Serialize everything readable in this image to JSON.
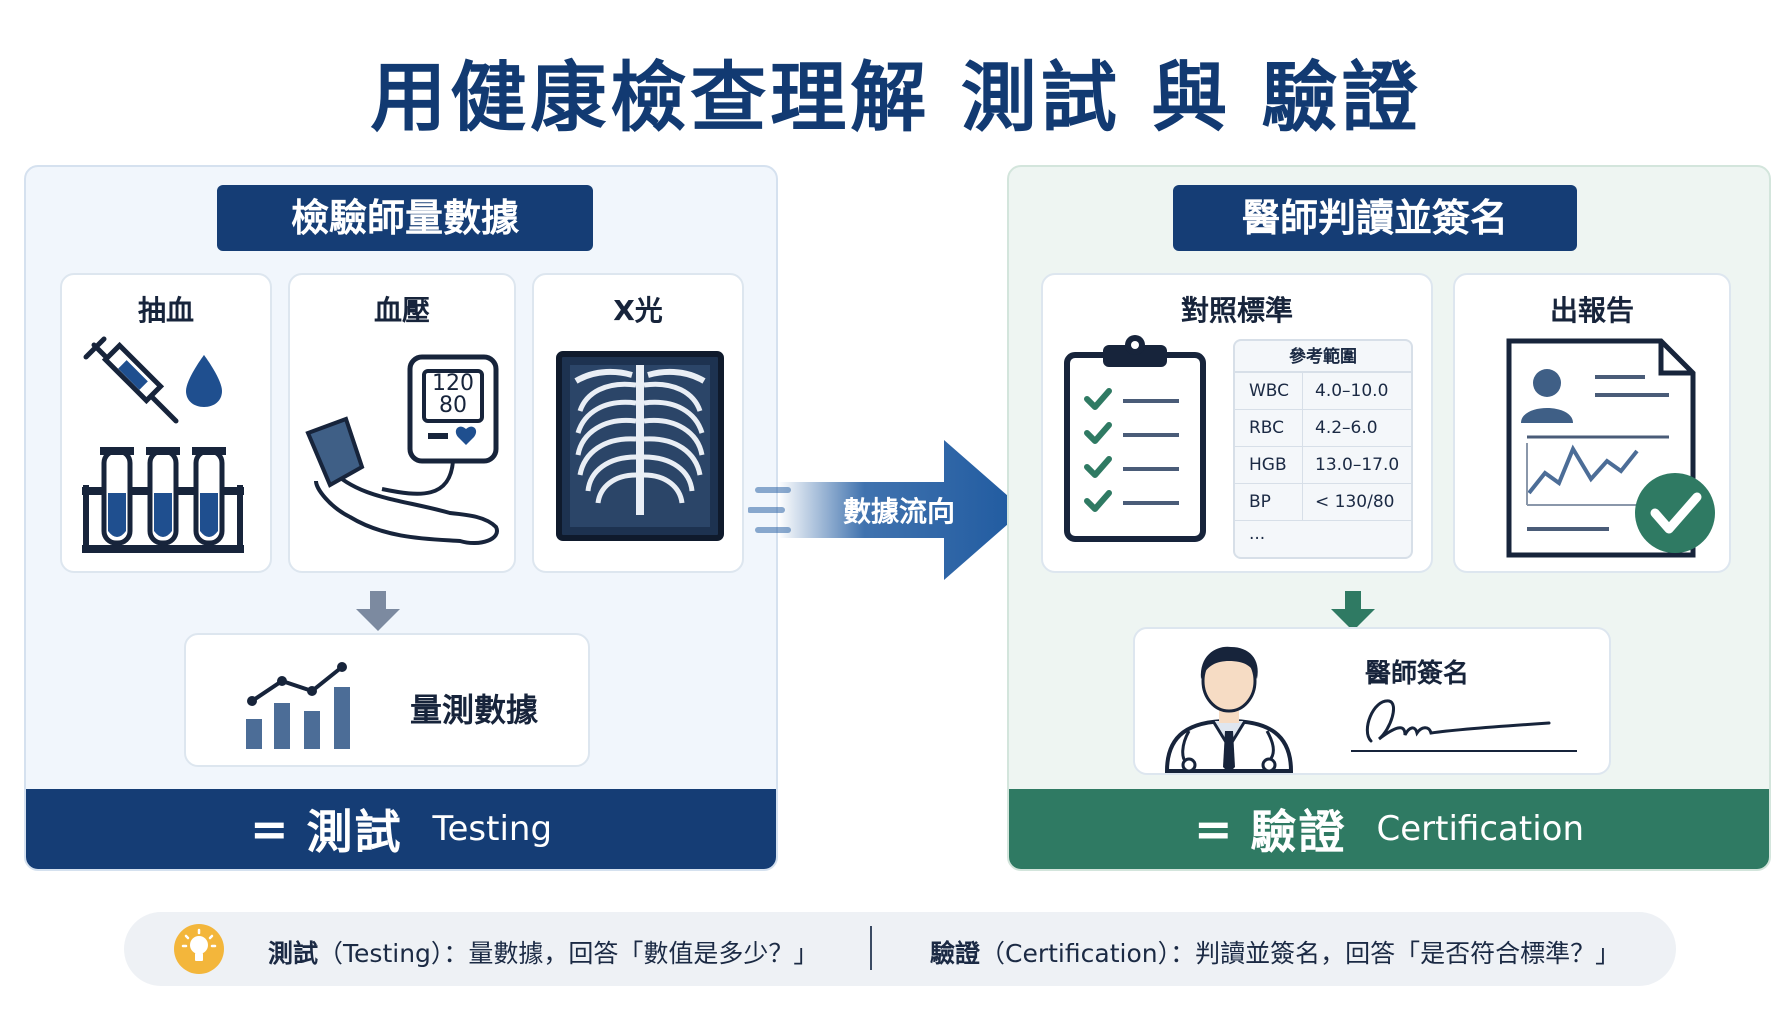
{
  "title": "用健康檢查理解 測試 與 驗證",
  "left_panel": {
    "header": "檢驗師量數據",
    "cards": [
      {
        "title": "抽血",
        "icon": "blood-draw-icon"
      },
      {
        "title": "血壓",
        "icon": "blood-pressure-monitor-icon",
        "reading_sys": "120",
        "reading_dia": "80"
      },
      {
        "title": "X光",
        "icon": "chest-xray-icon"
      }
    ],
    "result": {
      "label": "量測數據",
      "icon": "bar-chart-icon"
    },
    "footer": {
      "eq": "=",
      "zh": "測試",
      "en": "Testing"
    },
    "color": "#153d75"
  },
  "flow": {
    "label": "數據流向",
    "color": "#1f5aa0"
  },
  "right_panel": {
    "header": "醫師判讀並簽名",
    "standards": {
      "title": "對照標準",
      "icon": "checklist-clipboard-icon",
      "table_title": "參考範圍",
      "rows": [
        {
          "key": "WBC",
          "value": "4.0–10.0"
        },
        {
          "key": "RBC",
          "value": "4.2–6.0"
        },
        {
          "key": "HGB",
          "value": "13.0–17.0"
        },
        {
          "key": "BP",
          "value": "< 130/80"
        }
      ],
      "more": "..."
    },
    "report": {
      "title": "出報告",
      "icon": "report-document-check-icon"
    },
    "signature": {
      "label": "醫師簽名",
      "icon": "doctor-icon"
    },
    "footer": {
      "eq": "=",
      "zh": "驗證",
      "en": "Certification"
    },
    "color": "#2f7a63"
  },
  "bottom": {
    "icon": "lightbulb-icon",
    "left_term": "測試",
    "left_rest": "（Testing）：量數據，回答「數值是多少？」",
    "right_term": "驗證",
    "right_rest": "（Certification）：判讀並簽名，回答「是否符合標準？」"
  }
}
